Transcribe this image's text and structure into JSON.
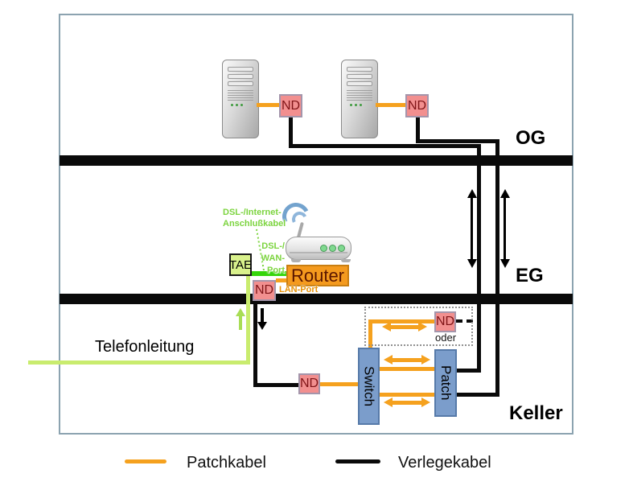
{
  "diagram": {
    "floors": {
      "upper": "OG",
      "ground": "EG",
      "basement": "Keller"
    },
    "devices": {
      "nd": "ND",
      "tae": "TAE",
      "router": "Router",
      "switch": "Switch",
      "patch": "Patch"
    },
    "labels": {
      "dsl_internet_cable_1": "DSL-/Internet-",
      "dsl_internet_cable_2": "Anschlußkabel",
      "wan_port_1": "DSL-/",
      "wan_port_2": "WAN-",
      "wan_port_3": "Port",
      "lan_port": "LAN-Port",
      "phone_line": "Telefonleitung",
      "or": "oder"
    },
    "colors": {
      "patch_cable": "#F5A11E",
      "installed_cable": "#0A0A0A",
      "dsl_cable": "#35D50A",
      "phone_cable": "#C9EC6E",
      "nd_fill": "#F28F8F",
      "switch_patch_fill": "#7B9DCB",
      "router_fill": "#F49A1E",
      "tae_fill": "#D9F18C"
    }
  },
  "legend": {
    "patch_cable": "Patchkabel",
    "installed_cable": "Verlegekabel"
  }
}
